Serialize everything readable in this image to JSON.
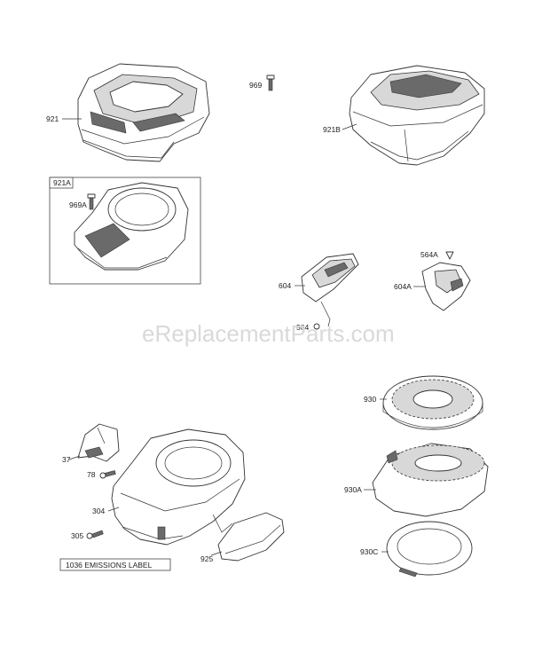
{
  "watermark": "eReplacementParts.com",
  "kit_label": "921A",
  "emissions_label": "1036 EMISSIONS LABEL",
  "labels": {
    "p921": "921",
    "p969": "969",
    "p921B": "921B",
    "p969A": "969A",
    "p604": "604",
    "p564": "564",
    "p564A": "564A",
    "p604A": "604A",
    "p930": "930",
    "p930A": "930A",
    "p930C": "930C",
    "p37": "37",
    "p78": "78",
    "p304": "304",
    "p305": "305",
    "p925": "925"
  }
}
